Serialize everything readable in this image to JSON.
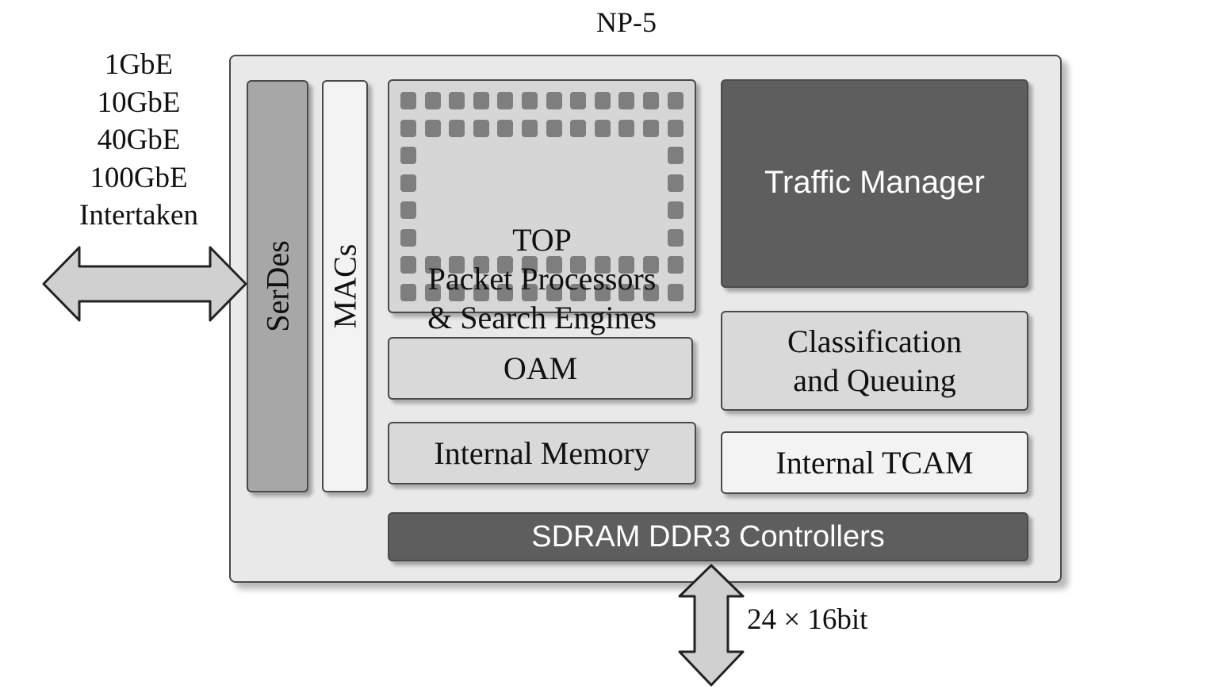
{
  "diagram": {
    "title": "NP-5",
    "ports": [
      "1GbE",
      "10GbE",
      "40GbE",
      "100GbE",
      "Intertaken"
    ],
    "blocks": {
      "serdes": "SerDes",
      "macs": "MACs",
      "top": [
        "TOP",
        "Packet Processors",
        "& Search Engines"
      ],
      "traffic_manager": "Traffic Manager",
      "oam": "OAM",
      "classification": [
        "Classification",
        "and Queuing"
      ],
      "internal_memory": "Internal Memory",
      "internal_tcam": "Internal TCAM",
      "sdram": "SDRAM DDR3 Controllers"
    },
    "bus_width": "24 × 16bit",
    "colors": {
      "chip_bg": "#e9e9e9",
      "dark_block": "#5e5e5e",
      "mid_block": "#a7a7a7",
      "light_block": "#d9d9d9",
      "arrow_fill": "#d0d0d0"
    }
  }
}
